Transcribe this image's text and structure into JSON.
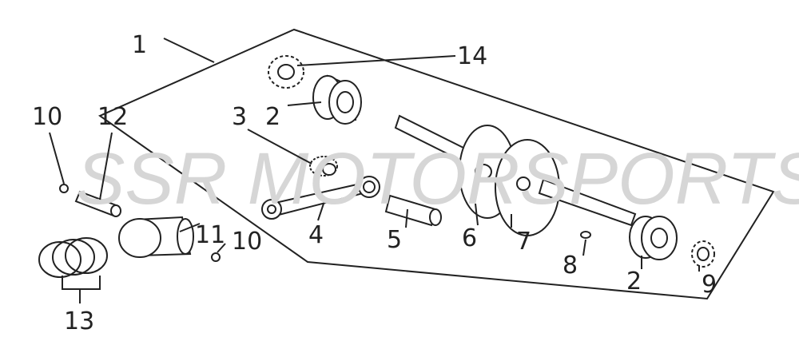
{
  "diagram": {
    "watermark": "SSR MOTORSPORTS",
    "callouts": [
      {
        "id": "c1",
        "text": "1"
      },
      {
        "id": "c14",
        "text": "14"
      },
      {
        "id": "c2a",
        "text": "2"
      },
      {
        "id": "c10a",
        "text": "10"
      },
      {
        "id": "c12",
        "text": "12"
      },
      {
        "id": "c3",
        "text": "3"
      },
      {
        "id": "c11",
        "text": "11"
      },
      {
        "id": "c10b",
        "text": "10"
      },
      {
        "id": "c4",
        "text": "4"
      },
      {
        "id": "c5",
        "text": "5"
      },
      {
        "id": "c6",
        "text": "6"
      },
      {
        "id": "c7",
        "text": "7"
      },
      {
        "id": "c8",
        "text": "8"
      },
      {
        "id": "c2b",
        "text": "2"
      },
      {
        "id": "c9",
        "text": "9"
      },
      {
        "id": "c13",
        "text": "13"
      }
    ]
  }
}
